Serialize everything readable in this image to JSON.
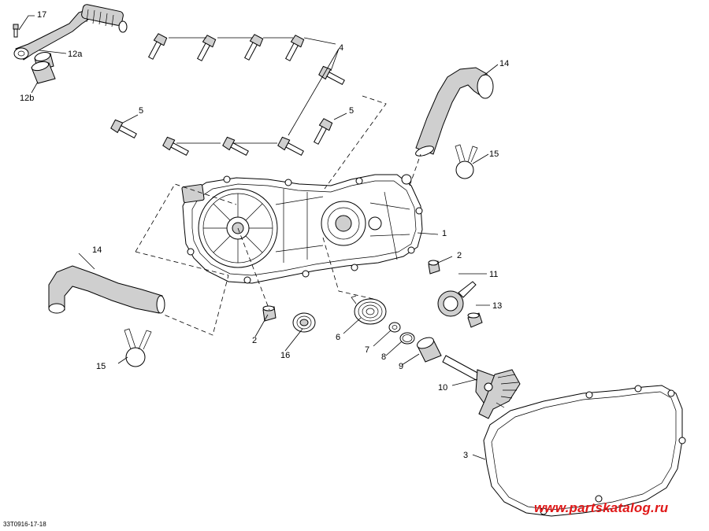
{
  "labels": {
    "l1": "1",
    "l2a": "2",
    "l2b": "2",
    "l3": "3",
    "l4": "4",
    "l5a": "5",
    "l5b": "5",
    "l6": "6",
    "l7": "7",
    "l8": "8",
    "l9": "9",
    "l10": "10",
    "l11": "11",
    "l12a": "12a",
    "l12b": "12b",
    "l13": "13",
    "l14a": "14",
    "l14b": "14",
    "l15a": "15",
    "l15b": "15",
    "l16": "16",
    "l17": "17"
  },
  "drawing_code": "33T0916-17-18",
  "watermark": "www.partskatalog.ru",
  "colors": {
    "line": "#000000",
    "watermark": "#e01818",
    "shade": "#cfcfcf"
  }
}
